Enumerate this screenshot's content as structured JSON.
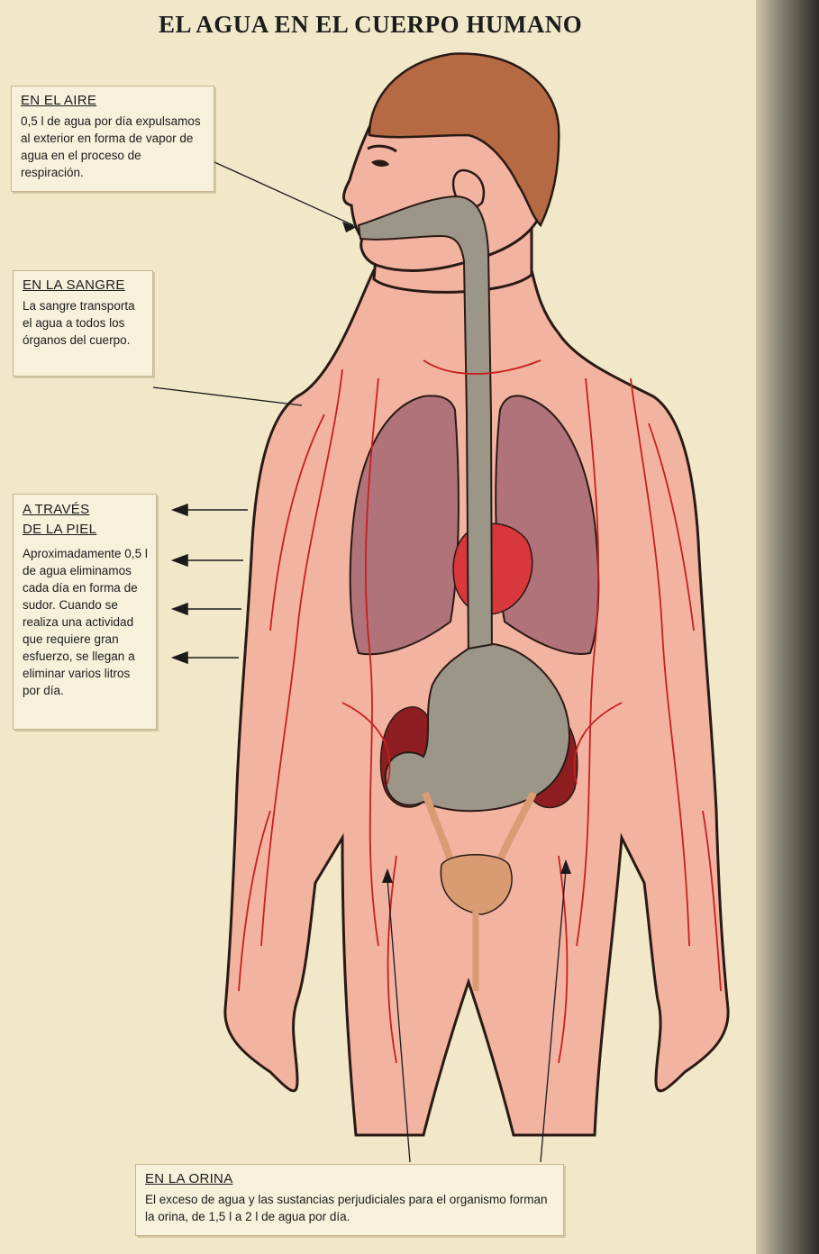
{
  "title": "EL AGUA EN EL CUERPO HUMANO",
  "boxes": {
    "aire": {
      "heading": "EN EL AIRE",
      "text": "0,5 l de agua por día expulsamos al exterior en forma de vapor de agua en el proceso de respiración."
    },
    "sangre": {
      "heading": "EN LA SANGRE",
      "text": "La sangre transporta el agua a todos los órganos del cuerpo."
    },
    "piel": {
      "heading": "A TRAVÉS DE LA PIEL",
      "text": "Aproximadamente 0,5 l de agua eliminamos cada día en forma de sudor. Cuando se realiza una actividad que requiere gran esfuerzo, se llegan a eliminar varios litros por día."
    },
    "orina": {
      "heading": "EN LA ORINA",
      "text": "El exceso de agua y las sustancias perjudiciales para el organismo forman la orina, de 1,5 l a 2 l de agua por día."
    }
  },
  "colors": {
    "background": "#f1e8c9",
    "skin": "#f2b3a1",
    "hair": "#b56a44",
    "lungs": "#b07379",
    "heart": "#d8373c",
    "kidneys": "#8e1d21",
    "digestive_tract": "#9c9689",
    "bladder": "#d99b72",
    "vessels": "#c81f1f"
  }
}
